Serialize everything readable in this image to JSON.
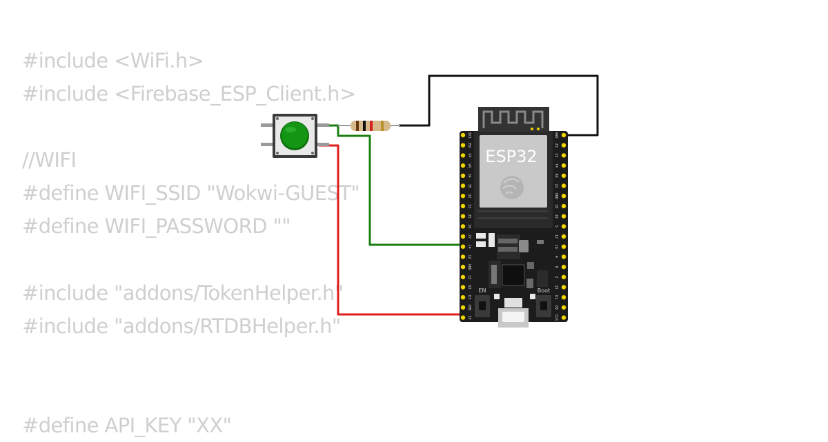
{
  "code_lines": [
    "#include <WiFi.h>",
    "#include <Firebase_ESP_Client.h>",
    "",
    "//WIFI",
    "#define WIFI_SSID \"Wokwi-GUEST\"",
    "#define WIFI_PASSWORD \"\"",
    "",
    "#include \"addons/TokenHelper.h\"",
    "#include \"addons/RTDBHelper.h\"",
    "",
    "",
    "#define API_KEY \"XX\""
  ],
  "board": {
    "chip_label": "ESP32",
    "en_label": "EN",
    "boot_label": "Boot",
    "left_pins": [
      "3V3",
      "EN",
      "VP",
      "VN",
      "34",
      "35",
      "32",
      "33",
      "25",
      "26",
      "27",
      "14",
      "12",
      "GND",
      "13",
      "D2",
      "D3",
      "CMD",
      "5V"
    ],
    "right_pins": [
      "GND",
      "23",
      "22",
      "TX",
      "RX",
      "21",
      "GND",
      "19",
      "18",
      "5",
      "17",
      "16",
      "4",
      "0",
      "2",
      "15",
      "D1",
      "D0",
      "CLK"
    ]
  },
  "colors": {
    "wire_black": "#111111",
    "wire_green": "#1a7f10",
    "wire_red": "#e01b1b",
    "button_cap": "#149614",
    "board": "#1c1c1c",
    "pin": "#f2d500",
    "code_text": "#cfcfcf"
  },
  "icons": {
    "espressif_logo": "espressif-logo-icon",
    "usb_port": "micro-usb-icon"
  }
}
